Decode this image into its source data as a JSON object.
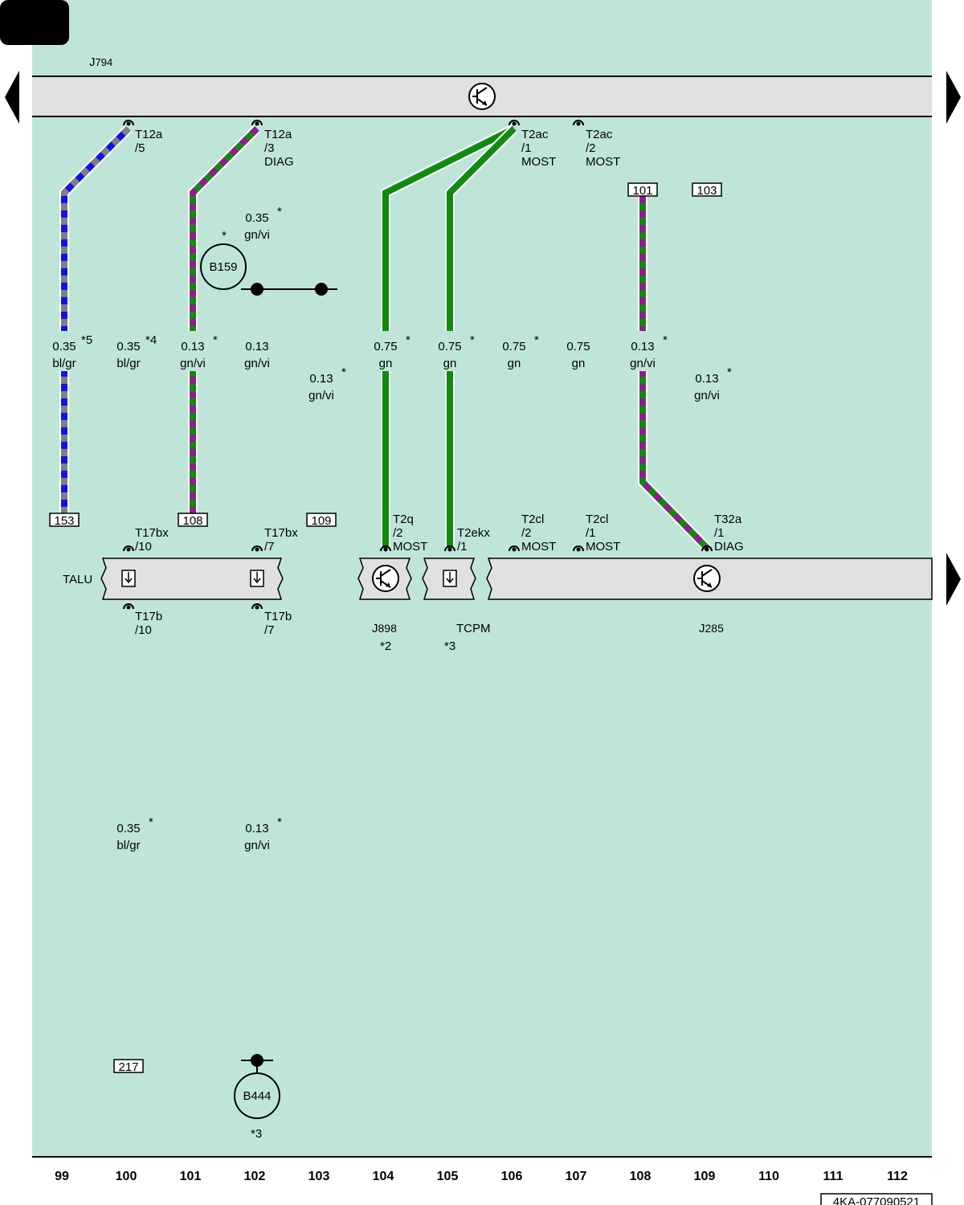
{
  "header": {
    "top_component": "J794",
    "top_component_prefix": "J",
    "top_component_num": "794"
  },
  "colors": {
    "background": "#BFE5D9",
    "bar": "#E0E0E0",
    "green": "#108A10",
    "violet": "#8E1E8E",
    "blue": "#1010F0",
    "grey": "#808080"
  },
  "connectors_top": [
    {
      "name": "T12a",
      "pin": "/5",
      "extra": ""
    },
    {
      "name": "T12a",
      "pin": "/3",
      "extra": "DIAG"
    },
    {
      "name": "T2ac",
      "pin": "/1",
      "extra": "MOST"
    },
    {
      "name": "T2ac",
      "pin": "/2",
      "extra": "MOST"
    }
  ],
  "wires_upper": [
    {
      "size": "0.35",
      "color": "bl/gr",
      "note": "*5"
    },
    {
      "size": "0.35",
      "color": "bl/gr",
      "note": "*4"
    },
    {
      "size": "0.13",
      "color": "gn/vi",
      "note": "*"
    },
    {
      "size": "0.13",
      "color": "gn/vi",
      "note": ""
    },
    {
      "size": "0.13",
      "color": "gn/vi",
      "note": "*"
    },
    {
      "size": "0.75",
      "color": "gn",
      "note": "*"
    },
    {
      "size": "0.75",
      "color": "gn",
      "note": "*"
    },
    {
      "size": "0.75",
      "color": "gn",
      "note": "*"
    },
    {
      "size": "0.75",
      "color": "gn",
      "note": ""
    },
    {
      "size": "0.13",
      "color": "gn/vi",
      "note": "*"
    },
    {
      "size": "0.13",
      "color": "gn/vi",
      "note": "*"
    }
  ],
  "wire_b159": {
    "size": "0.35",
    "color": "gn/vi",
    "note": "*"
  },
  "b159": {
    "label": "B159",
    "note": "*"
  },
  "refs_bottom": [
    "153",
    "108",
    "109"
  ],
  "refs_top": [
    "101",
    "103"
  ],
  "connectors_bottom": [
    {
      "name": "T17bx",
      "pin": "/10",
      "extra": ""
    },
    {
      "name": "T17bx",
      "pin": "/7",
      "extra": ""
    },
    {
      "name": "T2q",
      "pin": "/2",
      "extra": "MOST"
    },
    {
      "name": "T2ekx",
      "pin": "/1",
      "extra": ""
    },
    {
      "name": "T2cl",
      "pin": "/2",
      "extra": "MOST"
    },
    {
      "name": "T2cl",
      "pin": "/1",
      "extra": "MOST"
    },
    {
      "name": "T32a",
      "pin": "/1",
      "extra": "DIAG"
    }
  ],
  "modules": {
    "talu": "TALU",
    "j898": {
      "prefix": "J",
      "num": "898",
      "note": "*2"
    },
    "tcpm": {
      "label": "TCPM",
      "note": "*3"
    },
    "j285": {
      "prefix": "J",
      "num": "285"
    }
  },
  "connectors_lower": [
    {
      "name": "T17b",
      "pin": "/10"
    },
    {
      "name": "T17b",
      "pin": "/7"
    }
  ],
  "wires_lower": [
    {
      "size": "0.35",
      "color": "bl/gr",
      "note": "*"
    },
    {
      "size": "0.13",
      "color": "gn/vi",
      "note": "*"
    }
  ],
  "ref_217": "217",
  "b444": {
    "label": "B444",
    "note": "*3"
  },
  "columns": [
    "99",
    "100",
    "101",
    "102",
    "103",
    "104",
    "105",
    "106",
    "107",
    "108",
    "109",
    "110",
    "111",
    "112"
  ],
  "footer_code": "4KA-077090521"
}
